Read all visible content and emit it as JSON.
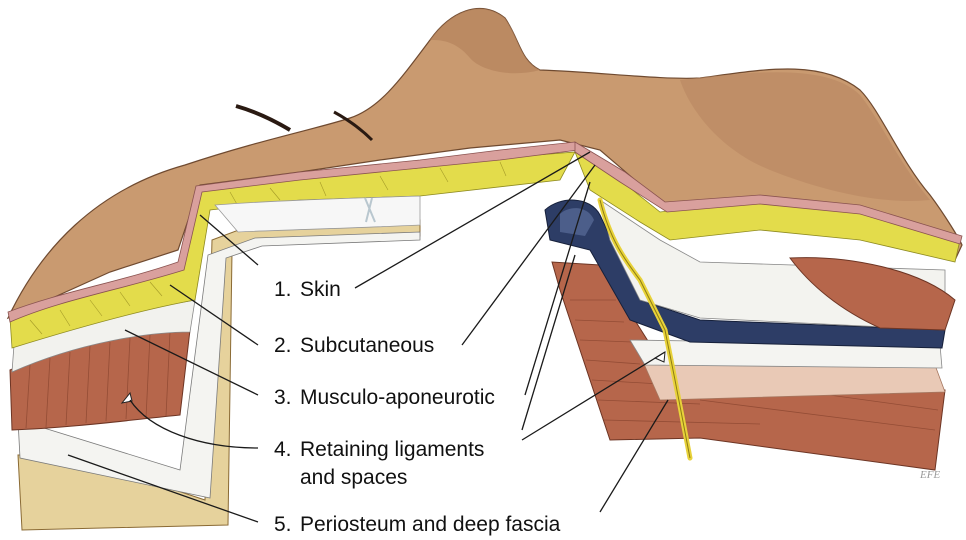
{
  "labels": [
    {
      "num": "1.",
      "text": "Skin"
    },
    {
      "num": "2.",
      "text": "Subcutaneous"
    },
    {
      "num": "3.",
      "text": "Musculo-aponeurotic"
    },
    {
      "num": "4.",
      "text": "Retaining ligaments",
      "line2": "and spaces"
    },
    {
      "num": "5.",
      "text": "Periosteum and deep fascia"
    }
  ],
  "signature": "EFE",
  "colors": {
    "skin": "#c4946a",
    "skin_dark": "#9c6a48",
    "dermis": "#d9a3a0",
    "fat": "#e4df4c",
    "muscle": "#b5654a",
    "fascia": "#f3f3f0",
    "bone": "#e8d7a4",
    "ligament_blue": "#2d3d66",
    "nerve": "#e6d33c"
  }
}
